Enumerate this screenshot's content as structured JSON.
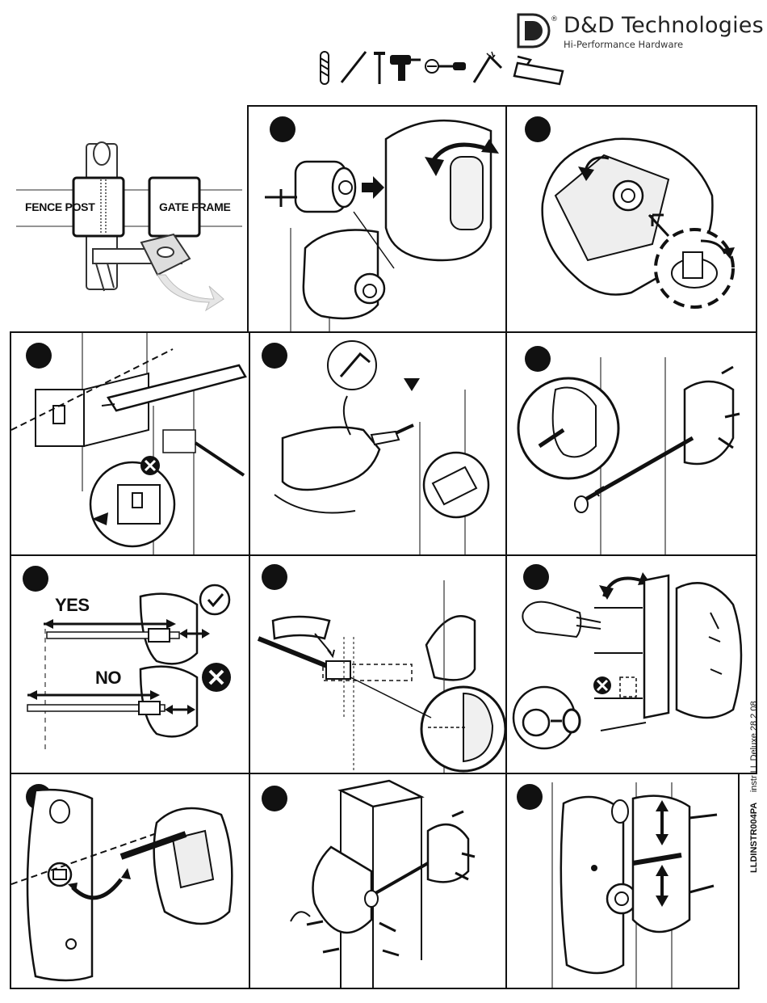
{
  "brand": {
    "name": "D&D Technologies",
    "tagline": "Hi-Performance Hardware",
    "logo_icon": "dd-logo-icon"
  },
  "tools": [
    "drill-bit-icon",
    "pencil-icon",
    "nail-icon",
    "power-drill-icon",
    "screwdriver-icon",
    "hex-key-icon",
    "saw-icon"
  ],
  "intro": {
    "fence_post_label": "FENCE POST",
    "gate_frame_label": "GATE FRAME"
  },
  "steps": {
    "step7": {
      "yes_label": "YES",
      "no_label": "NO"
    }
  },
  "document_code": "LLDINSTR004PA",
  "document_sub": "instr LL Deluxe 28  2 08"
}
